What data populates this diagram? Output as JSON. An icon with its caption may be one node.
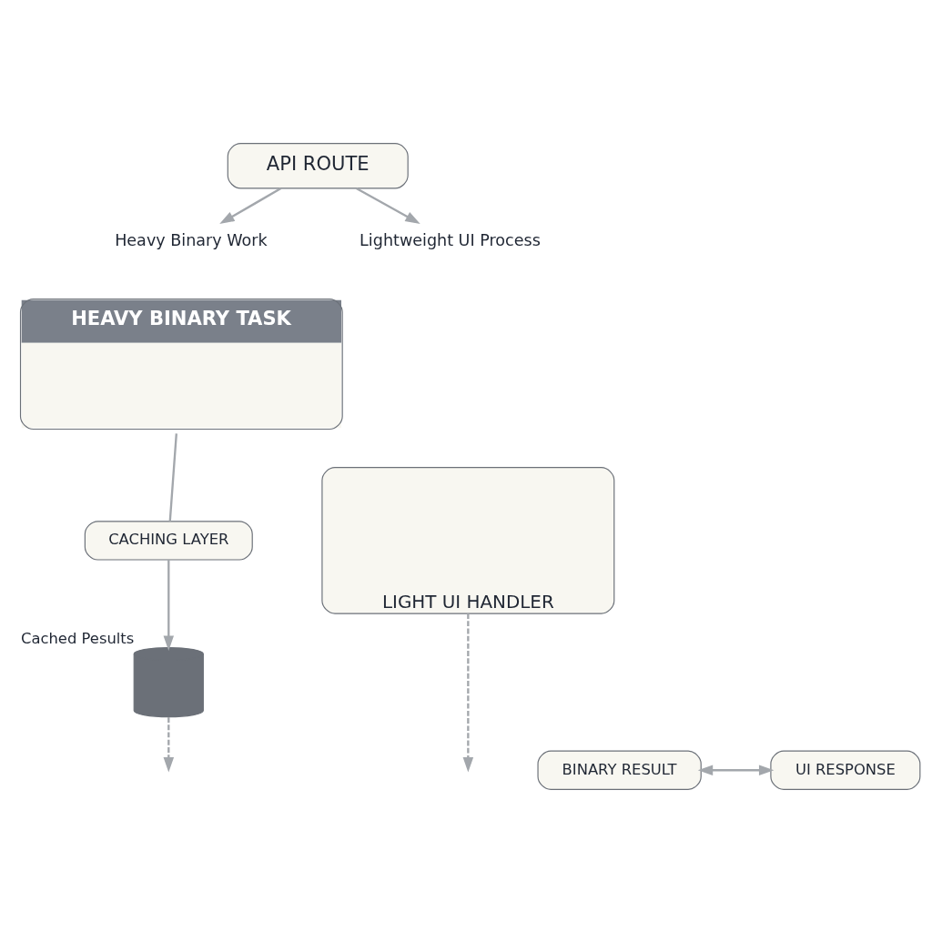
{
  "diagram": {
    "nodes": [
      {
        "text": [
          "API ROUTE"
        ]
      },
      {
        "text": [
          "Heavy Binary Work"
        ]
      },
      {
        "text": [
          "Lightweight UI Process"
        ]
      },
      {
        "text": [
          "HEAVY BINARY TASK"
        ]
      },
      {
        "text": [
          "LIGHT UI HANDLER"
        ]
      },
      {
        "text": [
          "CACHING LAYER"
        ]
      },
      {
        "text": [],
        "shape": "cylinder",
        "beside": [
          "Cached Pesults"
        ]
      },
      {
        "text": [
          "BINARY RESULT"
        ]
      },
      {
        "text": [
          "UI RESPONSE"
        ]
      }
    ],
    "edges": [
      {
        "from": 0,
        "to": 1,
        "arrow": "to"
      },
      {
        "from": 0,
        "to": 2,
        "arrow": "to"
      },
      {
        "from": 3,
        "to": 5,
        "arrow": "none"
      },
      {
        "from": 5,
        "to": 6,
        "arrow": "to"
      },
      {
        "from": 6,
        "to": null,
        "arrow": "to",
        "style": "dashed"
      },
      {
        "from": 4,
        "to": null,
        "arrow": "to",
        "style": "dashed"
      },
      {
        "from": 7,
        "to": 8,
        "arrow": "both"
      }
    ]
  }
}
